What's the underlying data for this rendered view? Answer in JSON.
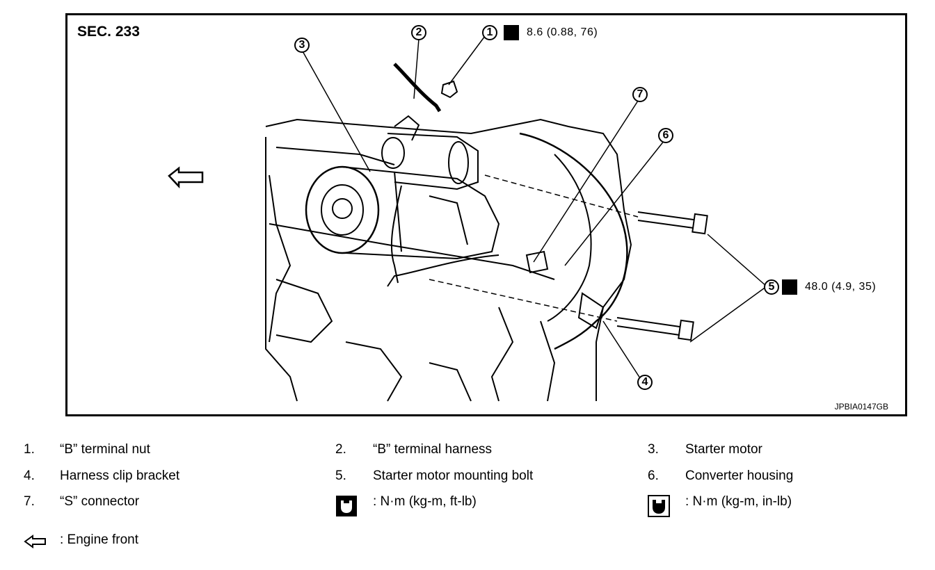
{
  "diagram": {
    "section_label": "SEC. 233",
    "drawing_code": "JPBIA0147GB",
    "torque_nut": "8.6 (0.88, 76)",
    "torque_bolt": "48.0 (4.9, 35)",
    "callouts": [
      "1",
      "2",
      "3",
      "4",
      "5",
      "6",
      "7"
    ]
  },
  "legend": {
    "items": [
      {
        "num": "1.",
        "label": "“B” terminal nut"
      },
      {
        "num": "2.",
        "label": "“B” terminal harness"
      },
      {
        "num": "3.",
        "label": "Starter motor"
      },
      {
        "num": "4.",
        "label": "Harness clip bracket"
      },
      {
        "num": "5.",
        "label": "Starter motor mounting bolt"
      },
      {
        "num": "6.",
        "label": "Converter housing"
      },
      {
        "num": "7.",
        "label": "“S” connector"
      }
    ],
    "unit_ftlb": ": N·m (kg-m, ft-lb)",
    "unit_inlb": ": N·m (kg-m, in-lb)",
    "engine_front": ": Engine front"
  }
}
